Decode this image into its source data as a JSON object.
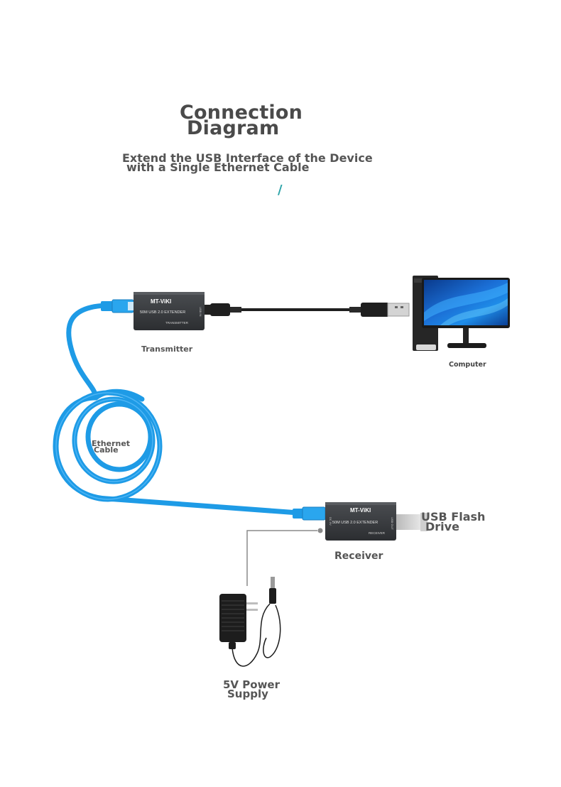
{
  "header": {
    "title_line1": "Connection",
    "title_line2": "Diagram",
    "subtitle_line1": "Extend the USB Interface of the Device",
    "subtitle_line2": "with a Single Ethernet Cable",
    "accent_mark": "/"
  },
  "devices": {
    "transmitter": {
      "brand": "MT-ViKI",
      "model": "50M USB 2.0 EXTENDER",
      "unit": "TRANSMITTER",
      "port": "USB IN",
      "label": "Transmitter"
    },
    "receiver": {
      "brand": "MT-ViKI",
      "model": "50M USB 2.0 EXTENDER",
      "unit": "RECEIVER",
      "port_left": "DC 5V",
      "port_right": "USB OUT",
      "label": "Receiver"
    },
    "computer": {
      "label": "Computer"
    },
    "ethernet": {
      "label_line1": "Ethernet",
      "label_line2": "Cable"
    },
    "flash_drive": {
      "label_line1": "USB Flash",
      "label_line2": "Drive"
    },
    "power": {
      "label_line1": "5V Power",
      "label_line2": "Supply"
    }
  },
  "colors": {
    "ethernet_blue": "#1e9be6",
    "device_gray": "#3b3d40",
    "text_gray": "#555555",
    "accent": "#2ba3a8"
  }
}
